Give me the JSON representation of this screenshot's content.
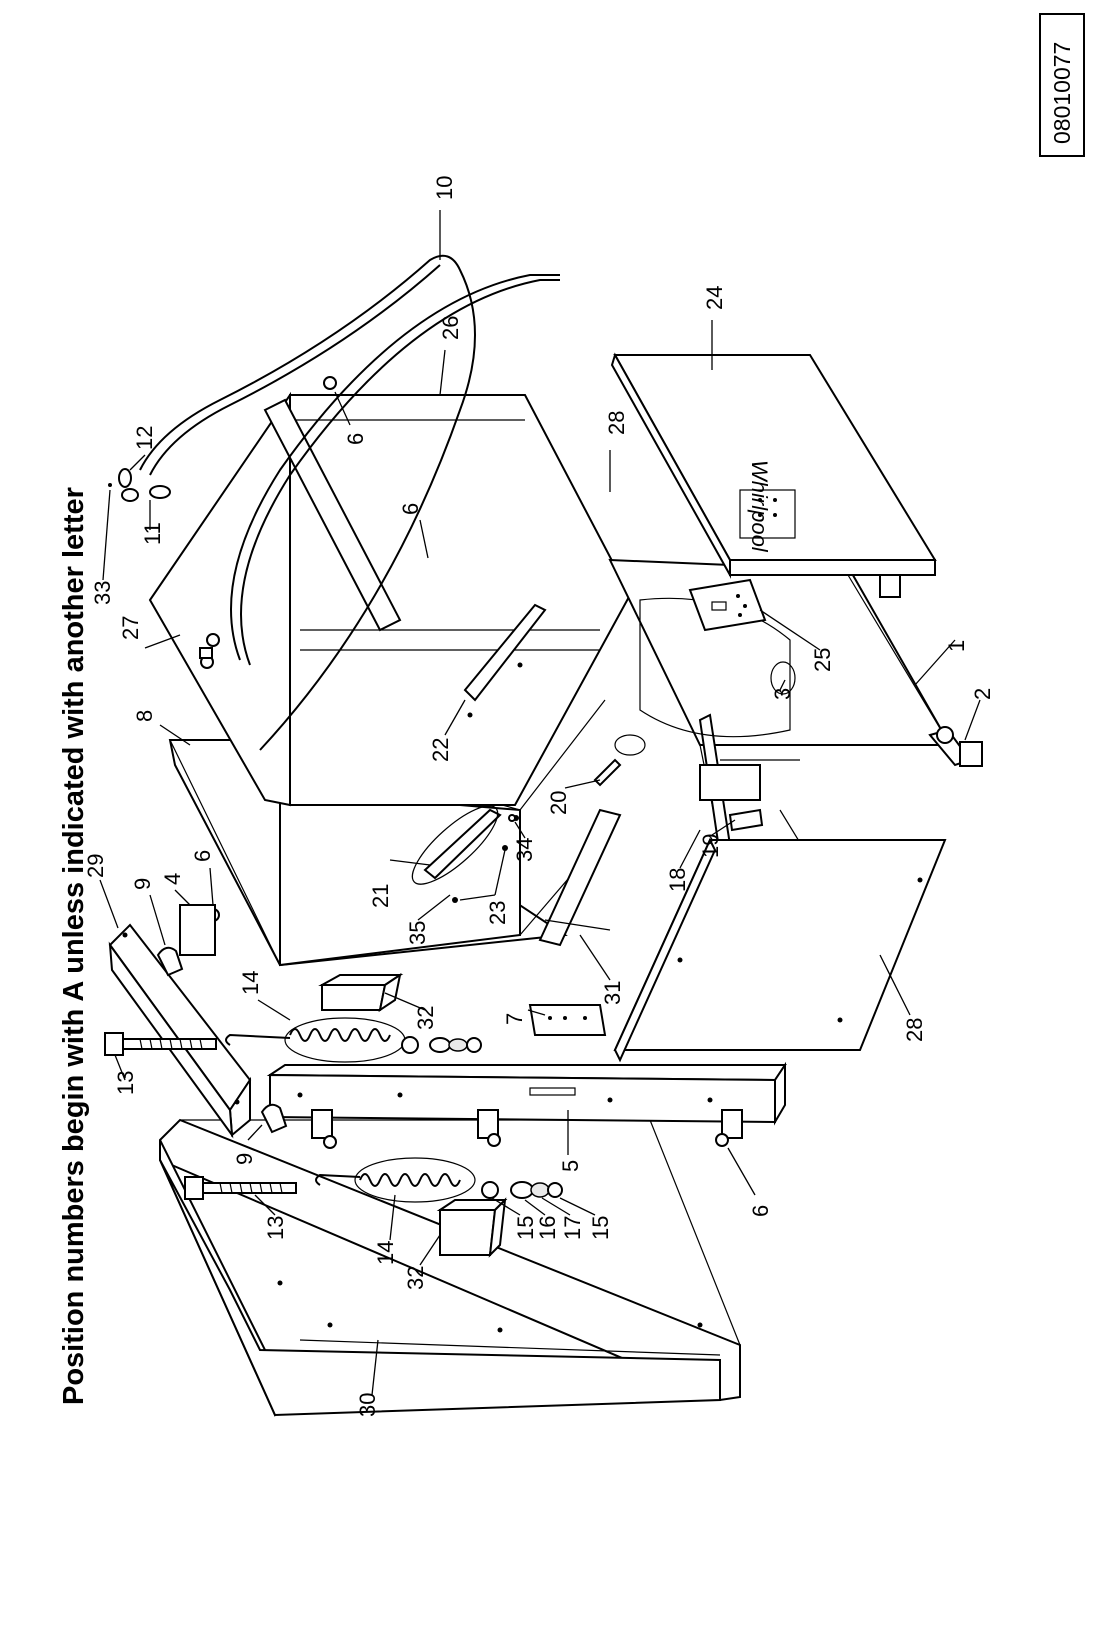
{
  "header": {
    "title": "Position numbers begin with A unless indicated with another letter",
    "drawing_number": "08010077"
  },
  "callouts": {
    "c1": "1",
    "c2": "2",
    "c3": "3",
    "c4": "4",
    "c5": "5",
    "c6a": "6",
    "c6b": "6",
    "c6c": "6",
    "c6d": "6",
    "c7": "7",
    "c8": "8",
    "c9a": "9",
    "c9b": "9",
    "c10": "10",
    "c11": "11",
    "c12": "12",
    "c13a": "13",
    "c13b": "13",
    "c14a": "14",
    "c14b": "14",
    "c15a": "15",
    "c15b": "15",
    "c16": "16",
    "c17": "17",
    "c18": "18",
    "c19": "19",
    "c20": "20",
    "c21": "21",
    "c22": "22",
    "c23": "23",
    "c24": "24",
    "c25": "25",
    "c26": "26",
    "c27": "27",
    "c28a": "28",
    "c28b": "28",
    "c29": "29",
    "c30": "30",
    "c31": "31",
    "c32a": "32",
    "c32b": "32",
    "c33": "33",
    "c34": "34",
    "c35": "35"
  },
  "panel_logo": "Whirlpool"
}
